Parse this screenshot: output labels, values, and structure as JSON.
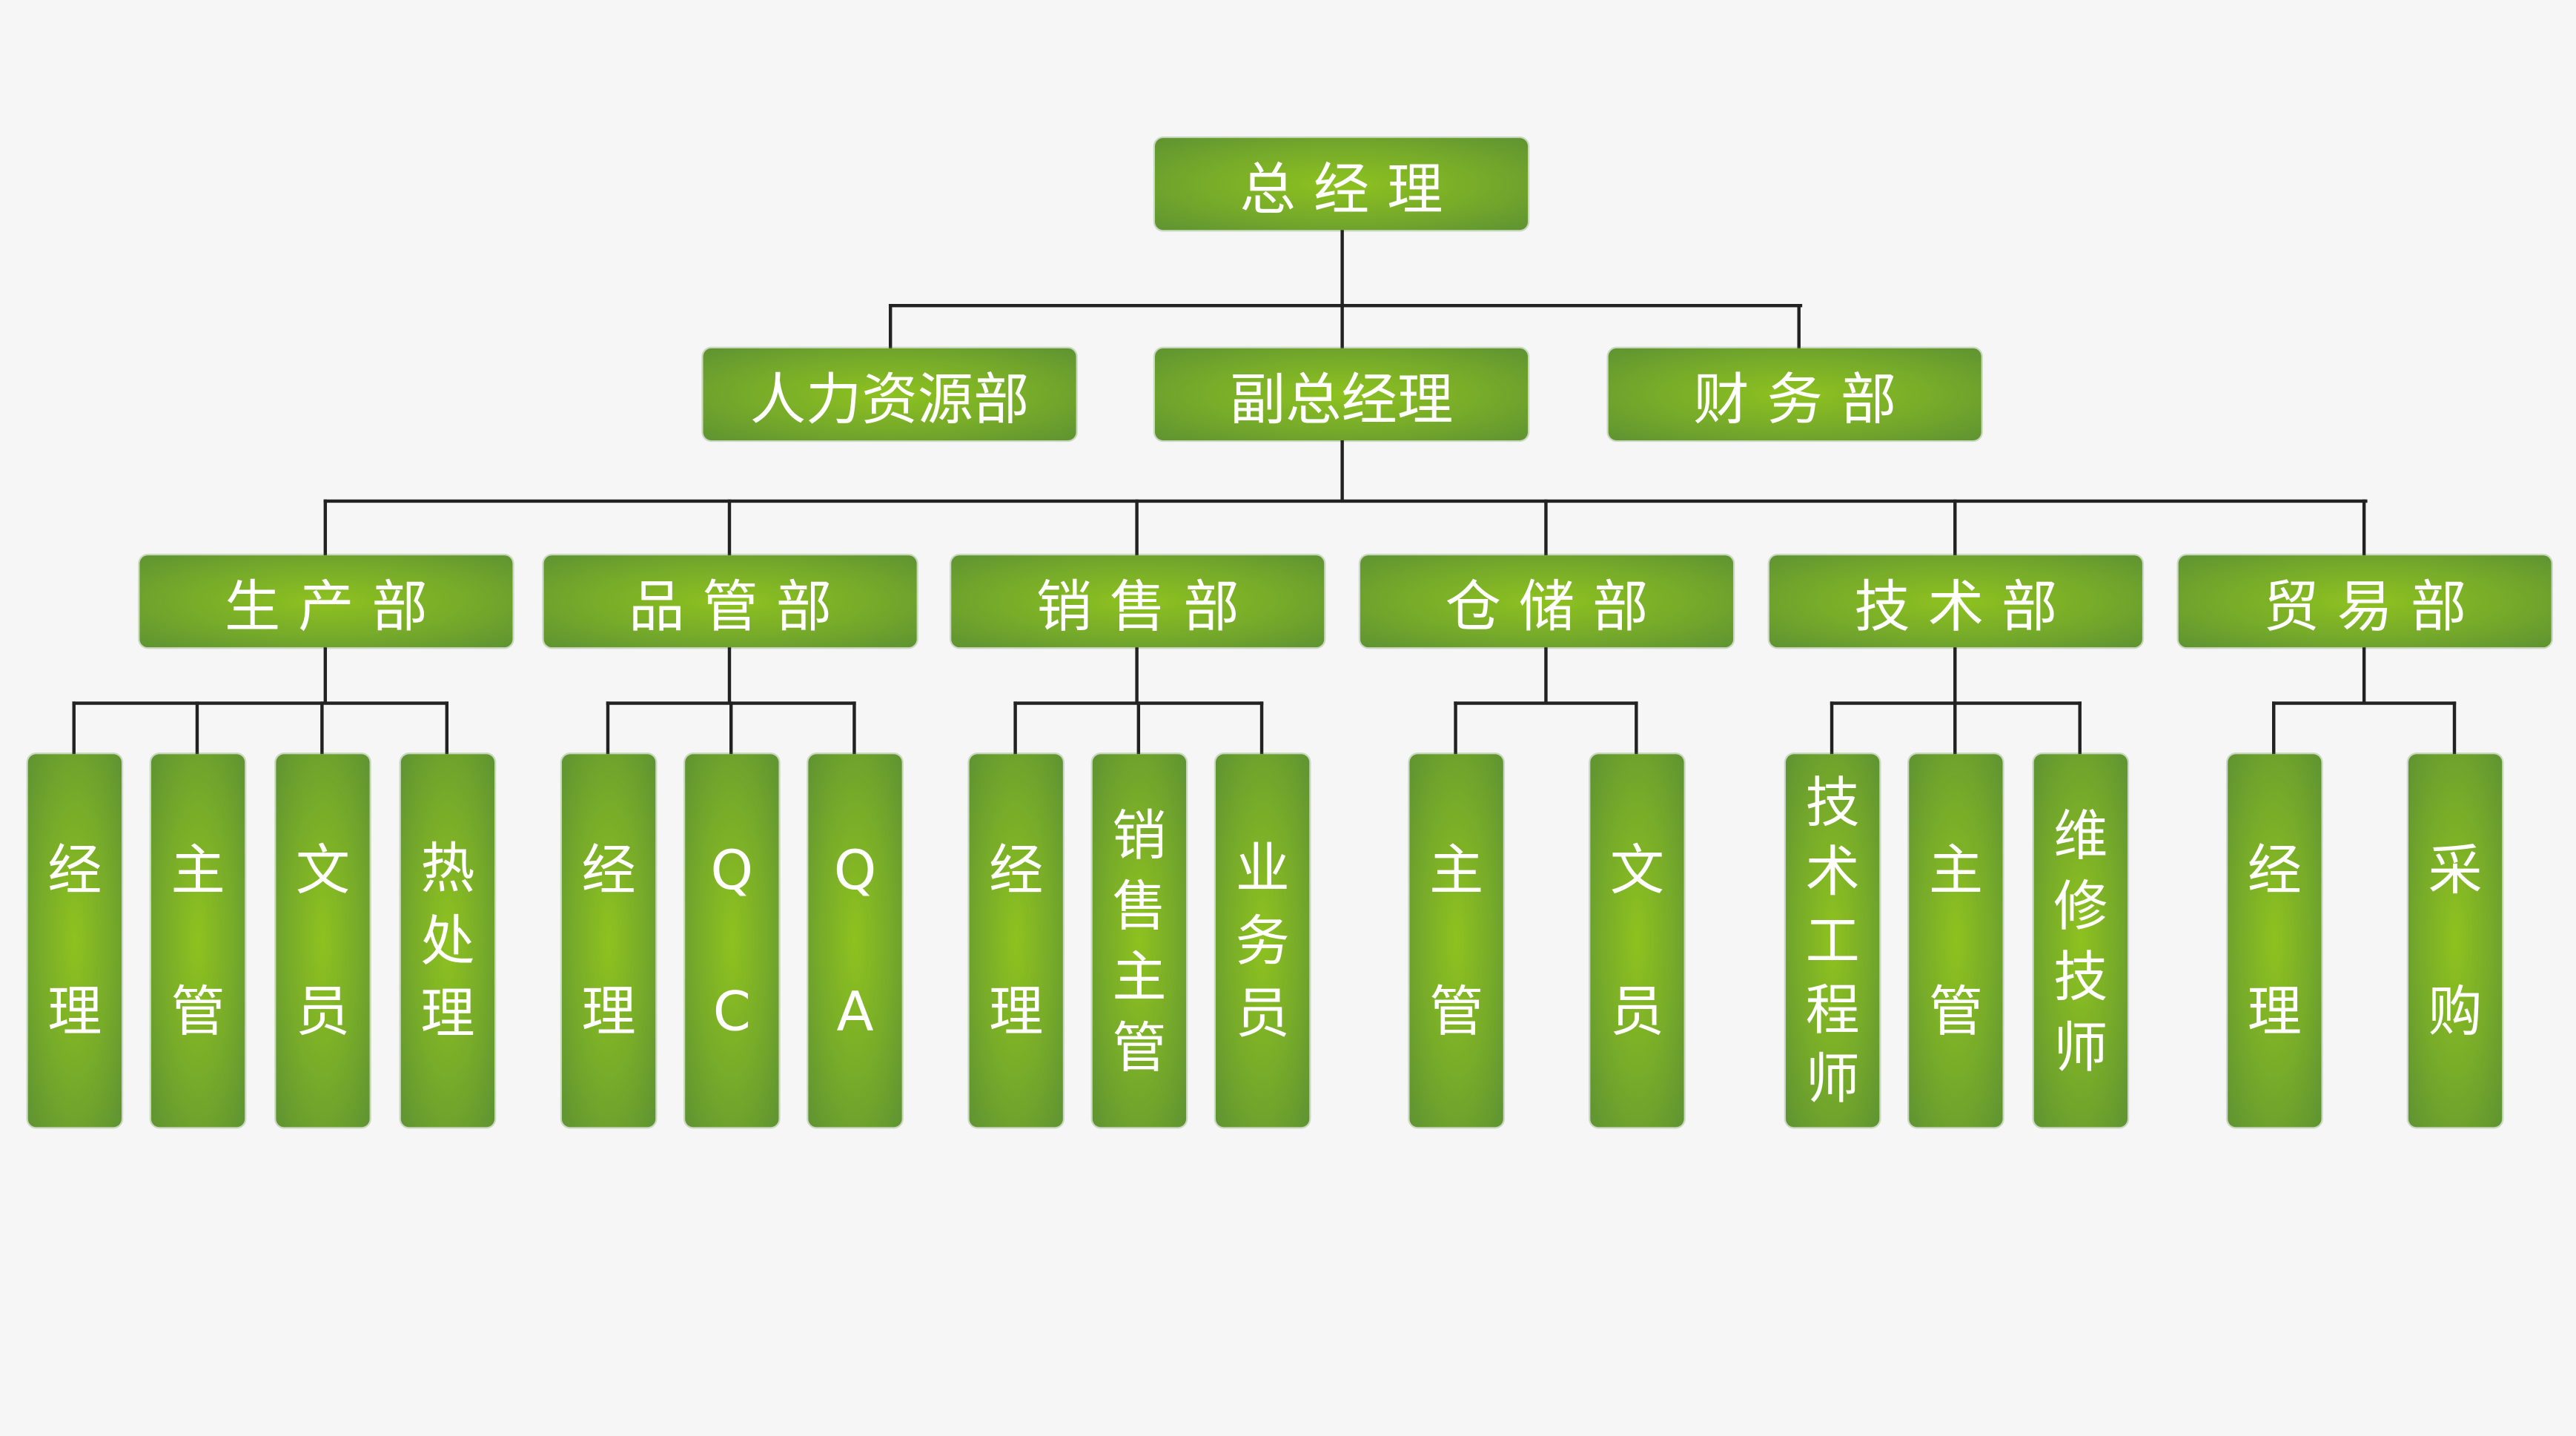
{
  "top": {
    "label": "总 经 理"
  },
  "level2": [
    {
      "label": "人力资源部"
    },
    {
      "label": "副总经理"
    },
    {
      "label": "财 务 部"
    }
  ],
  "departments": [
    {
      "label": "生 产 部",
      "roles": [
        "经理",
        "主管",
        "文员",
        "热处理"
      ]
    },
    {
      "label": "品 管 部",
      "roles": [
        "经理",
        "QC",
        "QA"
      ]
    },
    {
      "label": "销 售 部",
      "roles": [
        "经理",
        "销售主管",
        "业务员"
      ]
    },
    {
      "label": "仓 储 部",
      "roles": [
        "主管",
        "文员"
      ]
    },
    {
      "label": "技 术 部",
      "roles": [
        "技术工程师",
        "主管",
        "维修技师"
      ]
    },
    {
      "label": "贸 易 部",
      "roles": [
        "经理",
        "采购"
      ]
    }
  ],
  "colors": {
    "box": "#7ab02a",
    "box_center": "#8ec21f",
    "line": "#222222",
    "background": "#f6f6f6"
  }
}
